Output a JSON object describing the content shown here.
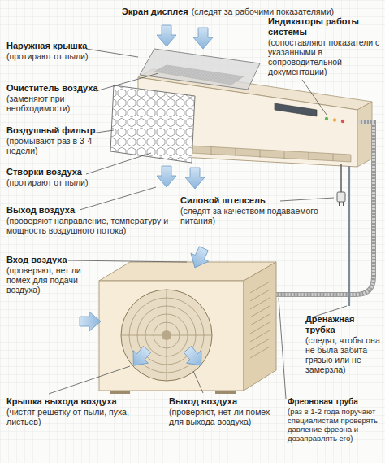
{
  "diagram": {
    "labels": [
      "Экран дисплея",
      "(следят за рабочими показателями)",
      "Наружная крышка",
      "(протирают от пыли)",
      "Индикаторы работы системы",
      "(сопоставляют показатели с указанными в сопроводительной документации)",
      "Очиститель воздуха",
      "(заменяют при необходимости)",
      "Воздушный фильтр",
      "(промывают раз в 3-4 недели)",
      "Створки воздуха",
      "(протирают от пыли)",
      "Силовой штепсель",
      "(следят за качеством подаваемого питания)",
      "Выход воздуха",
      "(проверяют направление, температуру и мощность воздушного потока)",
      "Вход воздуха",
      "(проверяют, нет ли помех для подачи воздуха)",
      "Дренажная трубка",
      "(следят, чтобы она не была забита грязью или не замерзла)",
      "Крышка выхода воздуха",
      "(чистят решетку от пыли, пуха, листьев)",
      "Выход воздуха",
      "(проверяют, нет ли помех для выхода воздуха)",
      "Фреоновая труба",
      "(раз в 1-2 года поручают специалистам проверять давление фреона и дозаправлять его)"
    ]
  }
}
